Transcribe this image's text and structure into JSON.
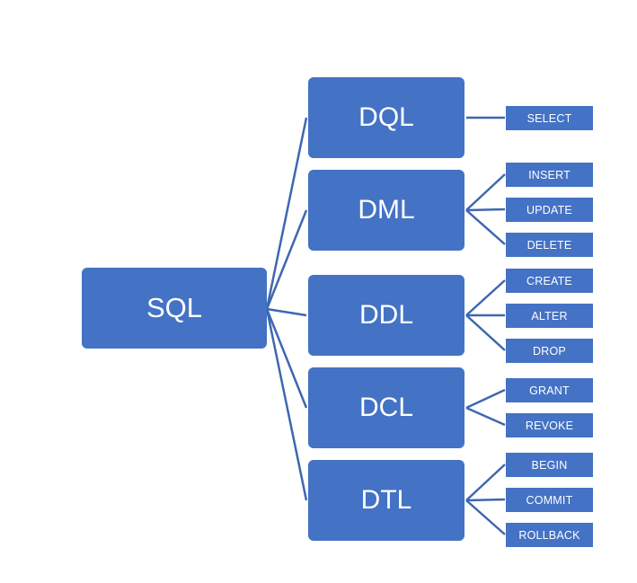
{
  "root": {
    "label": "SQL"
  },
  "categories": [
    {
      "label": "DQL",
      "commands": [
        "SELECT"
      ]
    },
    {
      "label": "DML",
      "commands": [
        "INSERT",
        "UPDATE",
        "DELETE"
      ]
    },
    {
      "label": "DDL",
      "commands": [
        "CREATE",
        "ALTER",
        "DROP"
      ]
    },
    {
      "label": "DCL",
      "commands": [
        "GRANT",
        "REVOKE"
      ]
    },
    {
      "label": "DTL",
      "commands": [
        "BEGIN",
        "COMMIT",
        "ROLLBACK"
      ]
    }
  ],
  "colors": {
    "box": "#4472c4",
    "connector": "#3e67b1",
    "text": "#ffffff",
    "background": "#ffffff"
  }
}
